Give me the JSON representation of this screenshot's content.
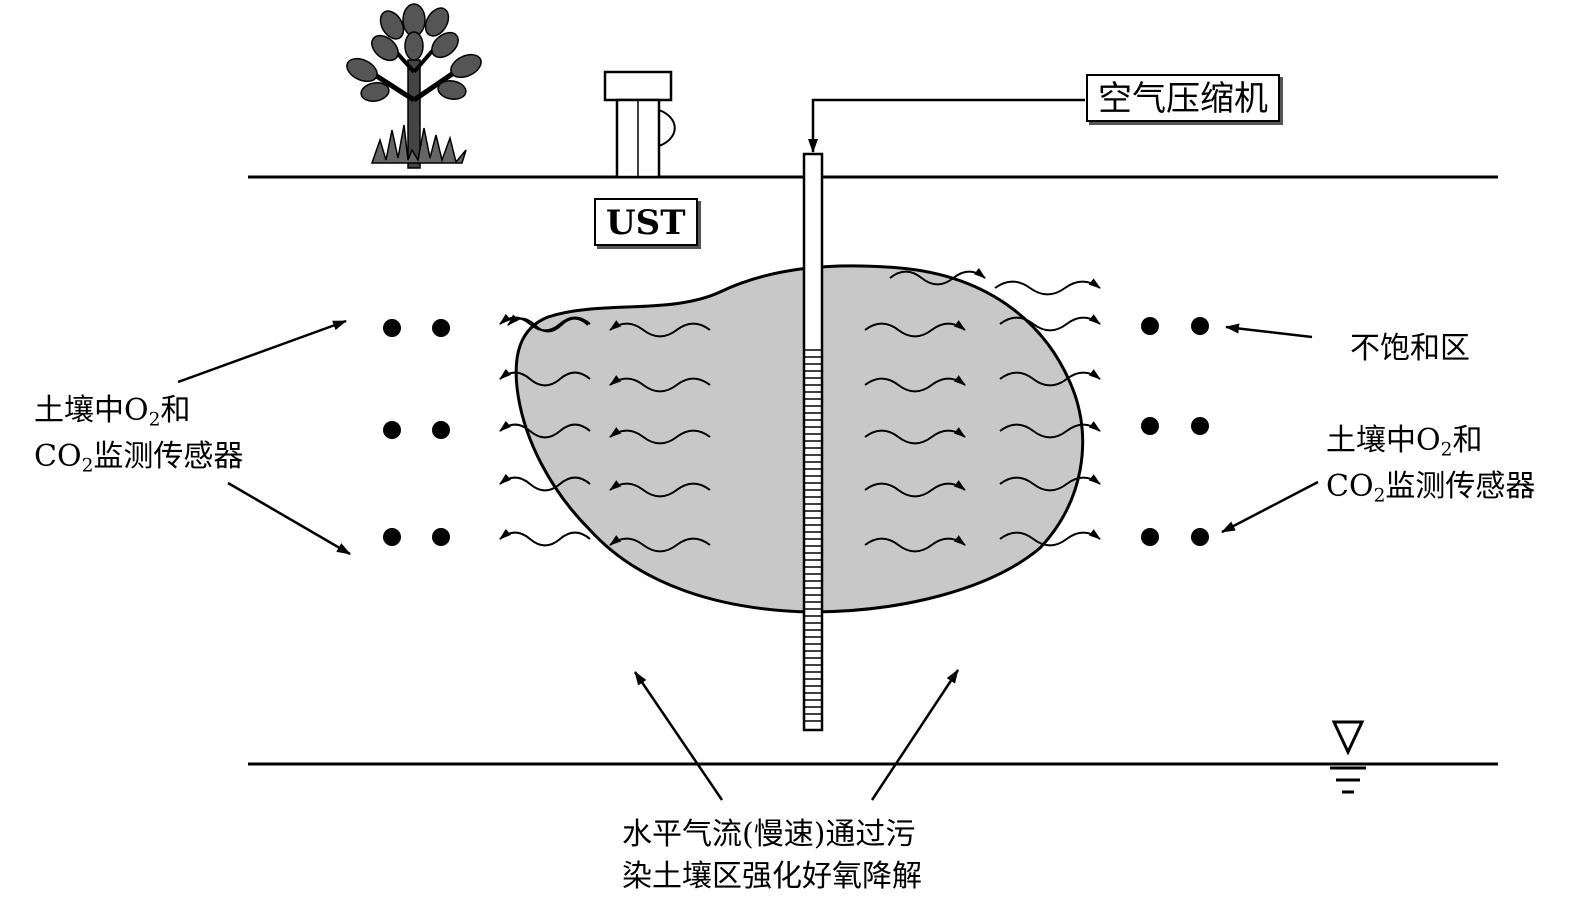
{
  "labels": {
    "compressor": "空气压缩机",
    "ust": "UST",
    "unsaturated_zone": "不饱和区",
    "sensor_left_line1_a": "土壤中O",
    "sensor_left_line1_sub": "2",
    "sensor_left_line1_b": "和",
    "sensor_left_line2_a": "CO",
    "sensor_left_line2_sub": "2",
    "sensor_left_line2_b": "监测传感器",
    "sensor_right_line1_a": "土壤中O",
    "sensor_right_line1_sub": "2",
    "sensor_right_line1_b": "和",
    "sensor_right_line2_a": "CO",
    "sensor_right_line2_sub": "2",
    "sensor_right_line2_b": "监测传感器",
    "caption_line1": "水平气流(慢速)通过污",
    "caption_line2": "染土壤区强化好氧降解"
  },
  "colors": {
    "plume": "#c8c8c8",
    "ink": "#000000",
    "tree_leaf": "#555555"
  },
  "icons": {
    "tree": "tree-icon",
    "water_table": "water-table-icon",
    "sensor": "sensor-dot-icon"
  }
}
